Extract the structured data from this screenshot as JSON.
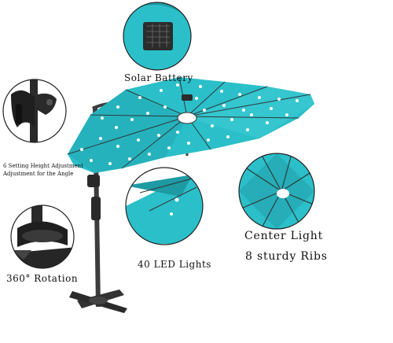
{
  "callouts": {
    "solar_battery": "Solar Battery",
    "height_adjustment_line1": "6 Setting Height Adjustment",
    "height_adjustment_line2": "Adjustment for the Angle",
    "rotation": "360°  Rotation",
    "led_lights": "40 LED Lights",
    "center_light": "Center Light",
    "sturdy_ribs": "8 sturdy Ribs"
  },
  "colors": {
    "canopy": "#2bbfc9",
    "canopy_shadow": "#1e9aa3",
    "frame": "#3a3a3a",
    "led": "#ffffff"
  },
  "icons": [
    "solar-panel-icon",
    "height-crank-icon",
    "rotation-base-icon",
    "led-canopy-icon",
    "center-light-icon"
  ]
}
